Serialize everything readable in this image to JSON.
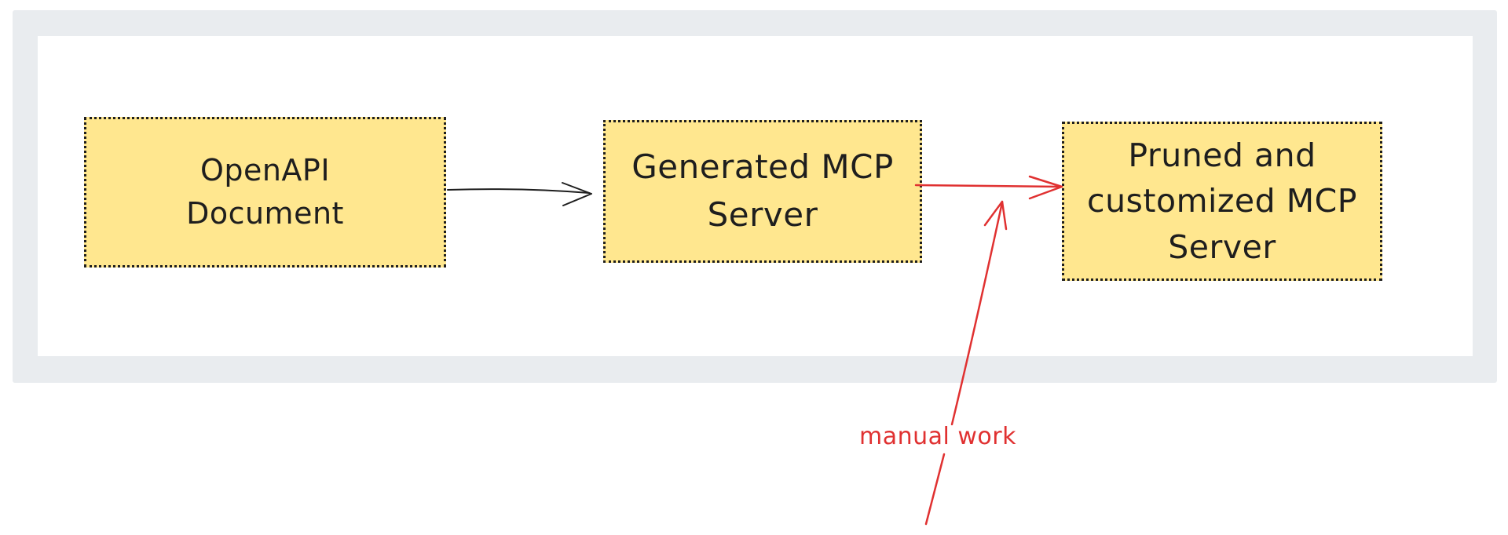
{
  "page": {
    "background": "#ffffff"
  },
  "frame": {
    "fill": "#e9ecef",
    "inner_fill": "#ffffff"
  },
  "diagram": {
    "nodes": [
      {
        "id": "openapi-document",
        "lines": [
          "OpenAPI",
          "Document"
        ],
        "fill": "#ffe78f",
        "border_color": "#1e1e1e",
        "border_style": "dotted",
        "text_color": "#1e1e1e"
      },
      {
        "id": "generated-mcp-server",
        "lines": [
          "Generated MCP",
          "Server"
        ],
        "fill": "#ffe78f",
        "border_color": "#1e1e1e",
        "border_style": "dotted",
        "text_color": "#1e1e1e"
      },
      {
        "id": "pruned-customized-mcp-server",
        "lines": [
          "Pruned and",
          "customized MCP",
          "Server"
        ],
        "fill": "#ffe78f",
        "border_color": "#1e1e1e",
        "border_style": "dotted",
        "text_color": "#1e1e1e"
      }
    ],
    "edges": [
      {
        "id": "openapi-to-generated",
        "from": "openapi-document",
        "to": "generated-mcp-server",
        "color": "#1e1e1e",
        "arrowhead": "open"
      },
      {
        "id": "generated-to-pruned",
        "from": "generated-mcp-server",
        "to": "pruned-customized-mcp-server",
        "color": "#e03131",
        "arrowhead": "open"
      },
      {
        "id": "manual-work-arrow",
        "points_to": "generated-to-pruned",
        "direction": "up",
        "color": "#e03131",
        "arrowhead": "open"
      }
    ],
    "annotation": {
      "label": "manual work",
      "color": "#e03131"
    }
  }
}
